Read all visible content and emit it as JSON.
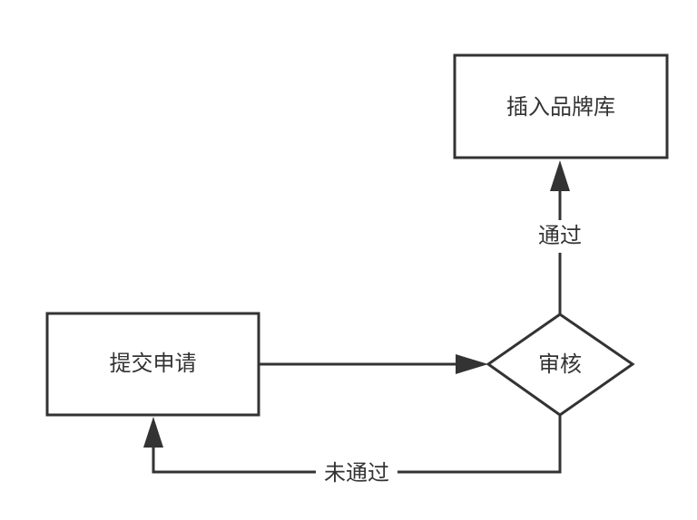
{
  "diagram": {
    "nodes": {
      "submit": {
        "label": "提交申请"
      },
      "review": {
        "label": "审核"
      },
      "insert": {
        "label": "插入品牌库"
      }
    },
    "edges": {
      "submit_to_review": {
        "label": ""
      },
      "review_to_insert": {
        "label": "通过"
      },
      "review_to_submit": {
        "label": "未通过"
      }
    }
  },
  "colors": {
    "stroke": "#333333",
    "text": "#333333",
    "background": "#ffffff"
  }
}
